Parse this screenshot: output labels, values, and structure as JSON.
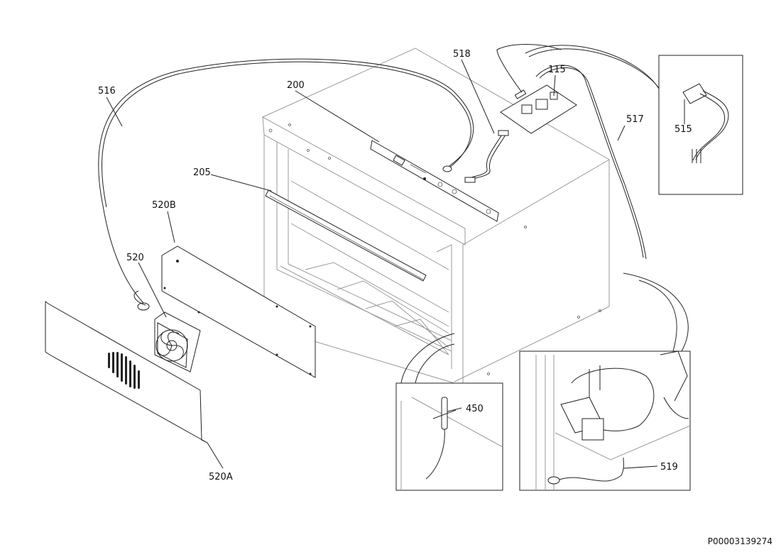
{
  "labels": {
    "l516": "516",
    "l200": "200",
    "l518": "518",
    "l115": "115",
    "l517": "517",
    "l515": "515",
    "l205": "205",
    "l520B": "520B",
    "l520": "520",
    "l520A": "520A",
    "l450": "450",
    "l519": "519"
  },
  "document_id": "P00003139274"
}
